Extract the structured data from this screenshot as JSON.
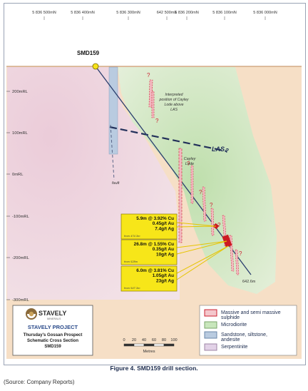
{
  "northings": [
    "5 836 500mN",
    "5 836 400mN",
    "5 836 300mN",
    "642 500mE",
    "5 836 200mN",
    "5 836 100mN",
    "5 836 000mN"
  ],
  "rls": [
    "200mRL",
    "100mRL",
    "0mRL",
    "-100mRL",
    "-200mRL",
    "-300mRL"
  ],
  "hole": {
    "name": "SMD159",
    "end_depth": "642.6m"
  },
  "labels": {
    "interpreted": [
      "Interpreted",
      "position of Cayley",
      "Lode above",
      "LAS"
    ],
    "las": "LAS",
    "las_q": "?",
    "cayley": [
      "Cayley",
      "Lode"
    ],
    "fault": "fault"
  },
  "intercepts": [
    {
      "lines": [
        "5.9m @ 3.92% Cu",
        "0.45g/t Au",
        "7.4g/t Ag"
      ],
      "from": "from 474.3m"
    },
    {
      "lines": [
        "26.8m @ 1.55% Cu",
        "0.35g/t Au",
        "10g/t Ag"
      ],
      "from": "from 528m"
    },
    {
      "lines": [
        "6.0m @ 3.81% Cu",
        "1.05g/t Au",
        "23g/t Ag"
      ],
      "from": "from 547.3m"
    }
  ],
  "logo": {
    "brand": "STAVELY",
    "sub": "MINERALS"
  },
  "title_block": {
    "project": "STAVELY PROJECT",
    "lines": [
      "Thursday's Gossan Prospect",
      "Schematic Cross Section",
      "SMD159"
    ]
  },
  "scale": {
    "ticks": [
      "0",
      "20",
      "40",
      "60",
      "80",
      "100"
    ],
    "unit": "Metres"
  },
  "legend": [
    {
      "label": "Massive and semi massive sulphide",
      "color": "#f4c7cc",
      "border": "#cc2030"
    },
    {
      "label": "Microdiorite",
      "color": "#c8e6bc",
      "border": "#7aa56a"
    },
    {
      "label": "Sandstone, siltstone, andesite",
      "color": "#b9cbe0",
      "border": "#6a87a8"
    },
    {
      "label": "Serpentinite",
      "color": "#e2d2e7",
      "border": "#9d85a6"
    }
  ],
  "caption": "Figure 4. SMD159 drill section.",
  "source": "(Source: Company Reports)"
}
